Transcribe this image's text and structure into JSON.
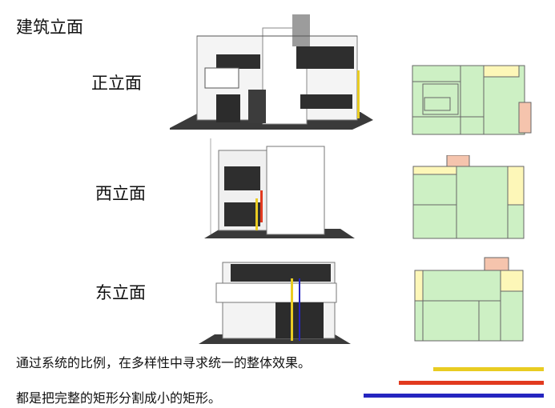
{
  "page": {
    "title": "建筑立面",
    "labels": {
      "front": "正立面",
      "west": "西立面",
      "east": "东立面"
    },
    "captions": [
      "通过系统的比例，在多样性中寻求统一的整体效果。",
      "都是把完整的矩形分割成小的矩形。"
    ]
  },
  "colors": {
    "diagram_green": "#cdf0c4",
    "diagram_yellow": "#fdf7b8",
    "diagram_pink": "#f5c4ad",
    "line_yellow": "#e9cc22",
    "line_red": "#e23a1f",
    "line_blue": "#2525c0"
  }
}
